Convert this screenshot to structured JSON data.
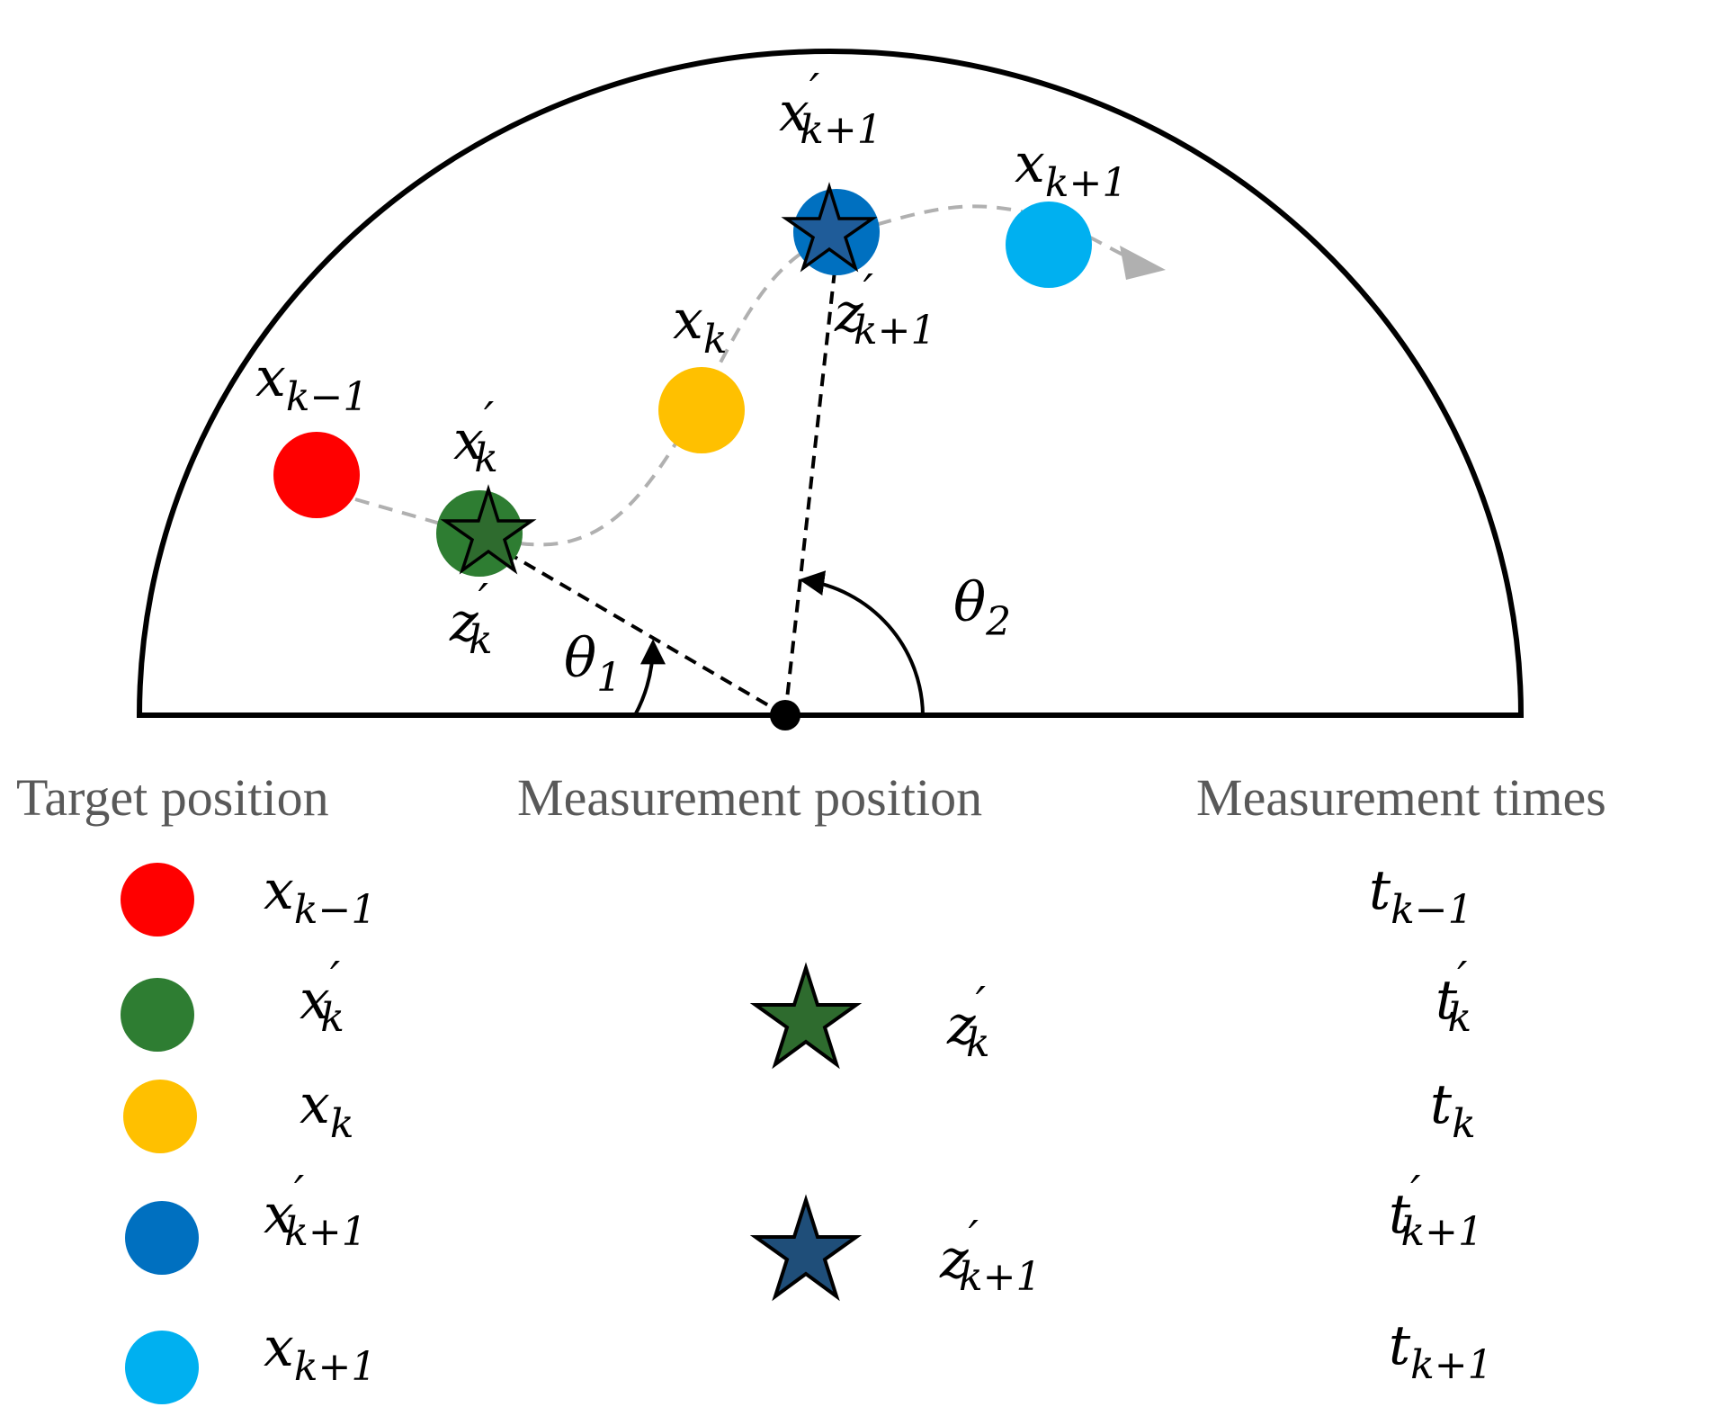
{
  "colors": {
    "x_k_minus_1": "#ff0000",
    "x_k_prime": "#2e7d32",
    "x_k": "#ffc000",
    "x_k_plus_1_prime": "#0070c0",
    "x_k_plus_1": "#00b0f0",
    "star_z_k_prime": "#1f5c1f",
    "star_z_k_plus_1_prime": "#1f4e79",
    "trajectory": "#b0b0b0",
    "outline": "#000000"
  },
  "diagram": {
    "labels": {
      "x_k_minus_1": {
        "base": "x",
        "sub": "k−1",
        "prime": ""
      },
      "x_k_prime": {
        "base": "x",
        "sub": "k",
        "prime": "′"
      },
      "x_k": {
        "base": "x",
        "sub": "k",
        "prime": ""
      },
      "x_k_plus_1_prime": {
        "base": "x",
        "sub": "k+1",
        "prime": "′"
      },
      "x_k_plus_1": {
        "base": "x",
        "sub": "k+1",
        "prime": ""
      },
      "z_k_prime": {
        "base": "z",
        "sub": "k",
        "prime": "′"
      },
      "z_k_plus_1_prime": {
        "base": "z",
        "sub": "k+1",
        "prime": "′"
      },
      "theta_1": {
        "base": "θ",
        "sub": "1"
      },
      "theta_2": {
        "base": "θ",
        "sub": "2"
      }
    }
  },
  "legend": {
    "headers": {
      "target": "Target position",
      "measurement": "Measurement position",
      "times": "Measurement times"
    },
    "rows": [
      {
        "target": {
          "base": "x",
          "sub": "k−1",
          "prime": ""
        },
        "measurement": null,
        "time": {
          "base": "t",
          "sub": "k−1",
          "prime": ""
        }
      },
      {
        "target": {
          "base": "x",
          "sub": "k",
          "prime": "′"
        },
        "measurement": {
          "base": "z",
          "sub": "k",
          "prime": "′"
        },
        "time": {
          "base": "t",
          "sub": "k",
          "prime": "′"
        }
      },
      {
        "target": {
          "base": "x",
          "sub": "k",
          "prime": ""
        },
        "measurement": null,
        "time": {
          "base": "t",
          "sub": "k",
          "prime": ""
        }
      },
      {
        "target": {
          "base": "x",
          "sub": "k+1",
          "prime": "′"
        },
        "measurement": {
          "base": "z",
          "sub": "k+1",
          "prime": "′"
        },
        "time": {
          "base": "t",
          "sub": "k+1",
          "prime": "′"
        }
      },
      {
        "target": {
          "base": "x",
          "sub": "k+1",
          "prime": ""
        },
        "measurement": null,
        "time": {
          "base": "t",
          "sub": "k+1",
          "prime": ""
        }
      }
    ]
  }
}
